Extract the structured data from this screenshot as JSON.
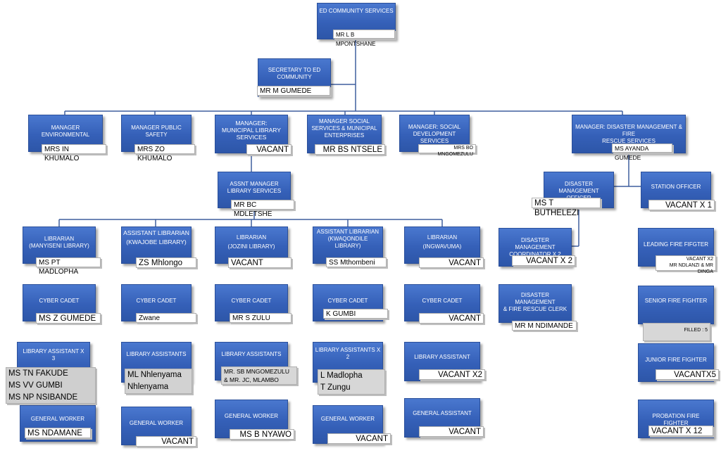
{
  "nodes": {
    "ed": {
      "title": "ED COMMUNITY SERVICES",
      "name": "MR L B MPONTSHANE"
    },
    "sec": {
      "title": "SECRETARY TO ED\nCOMMUNITY",
      "name": "MR M GUMEDE"
    },
    "m_env": {
      "title": "MANAGER\nENVIRONMENTAL",
      "name": "MRS IN KHUMALO"
    },
    "m_ps": {
      "title": "MANAGER PUBLIC\nSAFETY",
      "name": "MRS ZO KHUMALO"
    },
    "m_lib": {
      "title": "MANAGER:\nMUNICIPAL LIBRARY\nSERVICES",
      "name": "VACANT"
    },
    "m_soc": {
      "title": "MANAGER SOCIAL\nSERVICES & MUNICIPAL\nENTERPRISES",
      "name": "MR BS NTSELE"
    },
    "m_sd": {
      "title": "MANAGER: SOCIAL\nDEVELOPMENT SERVICES",
      "name": "MRS BO MNGOMEZULU"
    },
    "m_dm": {
      "title": "MANAGER: DISASTER MANAGEMENT & FIRE\nRESCUE SERVICES",
      "name": "MS AYANDA GUMEDE"
    },
    "am_lib": {
      "title": "ASSNT MANAGER\nLIBRARY SERVICES",
      "name": "MR BC MDLETSHE"
    },
    "lib1": {
      "title": "LIBRARIAN\n(MANYISENI LIBRARY)",
      "name": "MS PT MADLOPHA"
    },
    "lib2": {
      "title": "ASSISTANT LIBRARIAN\n(KWAJOBE LIBRARY)",
      "name": "ZS Mhlongo"
    },
    "lib3": {
      "title": "LIBRARIAN\n(JOZINI LIBRARY)",
      "name": "VACANT"
    },
    "lib4": {
      "title": "ASSISTANT LIBRARIAN\n(KWAQONDILE\nLIBRARY)",
      "name": "SS Mthombeni"
    },
    "lib5": {
      "title": "LIBRARIAN\n(INGWAVUMA)",
      "name": "VACANT"
    },
    "cc1": {
      "title": "CYBER CADET",
      "name": "MS Z GUMEDE"
    },
    "cc2": {
      "title": "CYBER CADET",
      "name": "Zwane"
    },
    "cc3": {
      "title": "CYBER CADET",
      "name": "MR S ZULU"
    },
    "cc4": {
      "title": "CYBER CADET",
      "name": "K GUMBI"
    },
    "cc5": {
      "title": "CYBER CADET",
      "name": "VACANT"
    },
    "la1": {
      "title": "LIBRARY ASSISTANT X\n3",
      "name": "MS TN FAKUDE\nMS VV GUMBI\nMS NP NSIBANDE"
    },
    "la2": {
      "title": "LIBRARY ASSISTANTS",
      "name": "ML Nhlenyama\nNhlenyama"
    },
    "la3": {
      "title": "LIBRARY ASSISTANTS",
      "name": "MR. SB MNGOMEZULU\n& MR. JC, MLAMBO"
    },
    "la4": {
      "title": "LIBRARY ASSISTANTS X\n2",
      "name": "L Madlopha\nT Zungu"
    },
    "la5": {
      "title": "LIBRARY ASSISTANT",
      "name": "VACANT X2"
    },
    "gw1": {
      "title": "GENERAL WORKER",
      "name": "MS NDAMANE"
    },
    "gw2": {
      "title": "GENERAL WORKER",
      "name": "VACANT"
    },
    "gw3": {
      "title": "GENERAL WORKER",
      "name": "MS B NYAWO"
    },
    "gw4": {
      "title": "GENERAL WORKER",
      "name": "VACANT"
    },
    "gw5": {
      "title": "GENERAL ASSISTANT",
      "name": "VACANT"
    },
    "dmo": {
      "title": "DISASTER MANAGEMENT\nOFFICER",
      "name": "MS T BUTHELEZI"
    },
    "dmc": {
      "title": "DISASTER MANAGEMENT\nCOORDINATOR X 2",
      "name": "VACANT X 2"
    },
    "dmclerk": {
      "title": "DISASTER MANAGEMENT\n& FIRE RESCUE CLERK",
      "name": "MR M NDIMANDE"
    },
    "so": {
      "title": "STATION OFFICER",
      "name": "VACANT X 1"
    },
    "lff": {
      "title": "LEADING FIRE FIFGTER",
      "name": "VACANT X2\nMR NDLANZI & MR DINGA"
    },
    "sff": {
      "title": "SENIOR FIRE FIGHTER",
      "name": "FILLED : 5"
    },
    "jff": {
      "title": "JUNIOR FIRE FIGHTER",
      "name": "VACANTX5"
    },
    "pff": {
      "title": "PROBATION FIRE FIGHTER",
      "name": "VACANT X 12"
    }
  }
}
